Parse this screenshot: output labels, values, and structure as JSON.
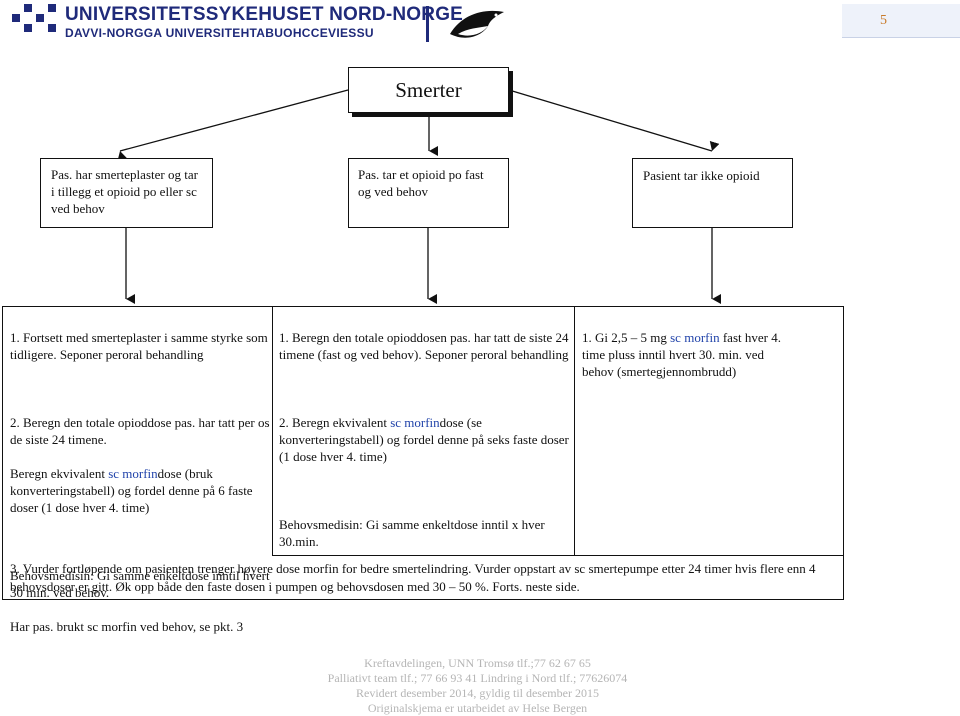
{
  "header": {
    "org_name": "UNIVERSITETSSYKEHUSET NORD-NORGE",
    "org_name_sami": "DAVVI-NORGGA UNIVERSITEHTABUOHCCEVIESSU",
    "page_number": "5",
    "brand_color": "#1f2a7a"
  },
  "diagram": {
    "title": "Smerter",
    "categories": [
      "Pas. har smerteplaster og tar i tillegg et opioid po eller sc ved behov",
      "Pas. tar et opioid po fast og ved behov",
      "Pasient tar ikke opioid"
    ],
    "col1": {
      "p1": "1. Fortsett med smerteplaster i samme styrke som tidligere. Seponer peroral behandling",
      "p2a": "2. Beregn den totale opioddose pas. har tatt per os de siste 24 timene.",
      "p2b_pre": "Beregn ekvivalent ",
      "p2b_hl": "sc morfin",
      "p2b_post": "dose (bruk konverteringstabell) og fordel denne på 6 faste doser (1 dose hver 4. time)",
      "p3": "Behovsmedisin: Gi samme enkeltdose inntil hvert 30 min. ved behov.",
      "p4": "Har pas. brukt sc morfin ved behov, se pkt. 3"
    },
    "col2": {
      "p1": "1. Beregn den totale opioddosen pas. har tatt de siste 24 timene (fast og ved behov). Seponer peroral behandling",
      "p2_pre": "2. Beregn ekvivalent ",
      "p2_hl": "sc morfin",
      "p2_post": "dose (se konverteringstabell) og fordel denne på seks faste doser (1 dose hver 4. time)",
      "p3": "Behovsmedisin: Gi samme enkeltdose inntil x hver 30.min."
    },
    "col3": {
      "p1_pre": "1. Gi 2,5 – 5 mg ",
      "p1_hl": "sc morfin",
      "p1_post": " fast hver 4. time pluss inntil hvert 30. min. ved behov (smertegjennombrudd)"
    },
    "bottom": "3. Vurder fortløpende om pasienten trenger høyere dose morfin for bedre smertelindring. Vurder oppstart av sc smertepumpe etter 24 timer hvis flere enn 4 behovsdoser er gitt. Øk opp både den faste dosen i pumpen og behovsdosen med 30 – 50 %. Forts. neste side.",
    "highlight_color": "#2244aa"
  },
  "footer": {
    "line1": "Kreftavdelingen, UNN Tromsø tlf.;77 62 67 65",
    "line2": "Palliativt team tlf.; 77 66 93 41 Lindring i Nord tlf.; 77626074",
    "line3": "Revidert desember 2014, gyldig til desember 2015",
    "line4": "Originalskjema er utarbeidet av Helse Bergen"
  }
}
